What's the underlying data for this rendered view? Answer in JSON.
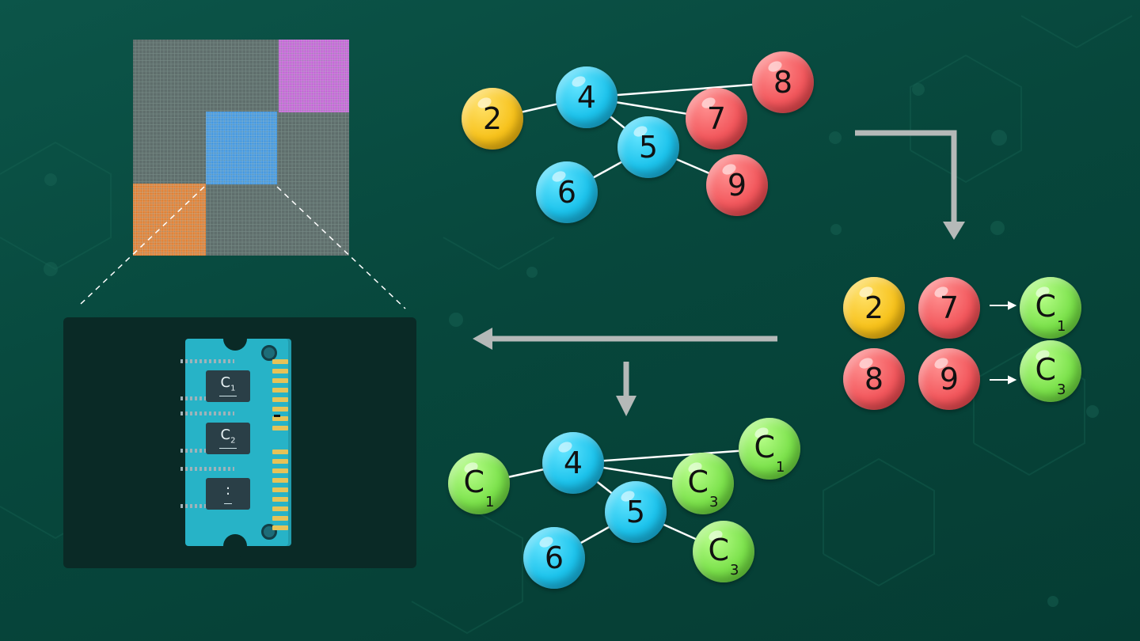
{
  "colors": {
    "background": "#07473c",
    "node_blue": "#1cc3ec",
    "node_red": "#f2575c",
    "node_yellow": "#f7c21b",
    "node_green": "#7be14b",
    "arrow": "#b5b9b8",
    "edge": "#ffffff",
    "matrix_purple": "#c35fd6",
    "matrix_blue": "#3a93e0",
    "matrix_orange": "#e07a2a",
    "ram_board": "#27b3c7",
    "ram_chip": "#2a3f47",
    "ram_contacts": "#e6c358"
  },
  "top_graph": {
    "nodes": [
      {
        "id": "n2",
        "label": "2",
        "color": "yellow"
      },
      {
        "id": "n4",
        "label": "4",
        "color": "blue"
      },
      {
        "id": "n5",
        "label": "5",
        "color": "blue"
      },
      {
        "id": "n6",
        "label": "6",
        "color": "blue"
      },
      {
        "id": "n7",
        "label": "7",
        "color": "red"
      },
      {
        "id": "n8",
        "label": "8",
        "color": "red"
      },
      {
        "id": "n9",
        "label": "9",
        "color": "red"
      }
    ],
    "edges": [
      [
        "n2",
        "n4"
      ],
      [
        "n4",
        "n8"
      ],
      [
        "n4",
        "n7"
      ],
      [
        "n4",
        "n5"
      ],
      [
        "n5",
        "n6"
      ],
      [
        "n5",
        "n9"
      ]
    ]
  },
  "mapping": {
    "rows": [
      {
        "inputs": [
          {
            "label": "2",
            "color": "yellow"
          },
          {
            "label": "7",
            "color": "red"
          }
        ],
        "output": {
          "label": "C",
          "sub": "1"
        }
      },
      {
        "inputs": [
          {
            "label": "8",
            "color": "red"
          },
          {
            "label": "9",
            "color": "red"
          }
        ],
        "output": {
          "label": "C",
          "sub": "3"
        }
      }
    ]
  },
  "bottom_graph": {
    "nodes": [
      {
        "id": "b_c1a",
        "label": "C",
        "sub": "1",
        "color": "green"
      },
      {
        "id": "b4",
        "label": "4",
        "color": "blue"
      },
      {
        "id": "b5",
        "label": "5",
        "color": "blue"
      },
      {
        "id": "b6",
        "label": "6",
        "color": "blue"
      },
      {
        "id": "b_c3a",
        "label": "C",
        "sub": "3",
        "color": "green"
      },
      {
        "id": "b_c1b",
        "label": "C",
        "sub": "1",
        "color": "green"
      },
      {
        "id": "b_c3b",
        "label": "C",
        "sub": "3",
        "color": "green"
      }
    ],
    "edges": [
      [
        "b_c1a",
        "b4"
      ],
      [
        "b4",
        "b_c1b"
      ],
      [
        "b4",
        "b_c3a"
      ],
      [
        "b4",
        "b5"
      ],
      [
        "b5",
        "b6"
      ],
      [
        "b5",
        "b_c3b"
      ]
    ]
  },
  "memory_module": {
    "chips": [
      {
        "label": "C",
        "sub": "1"
      },
      {
        "label": "C",
        "sub": "2"
      },
      {
        "label": ":",
        "sub": ""
      }
    ]
  }
}
